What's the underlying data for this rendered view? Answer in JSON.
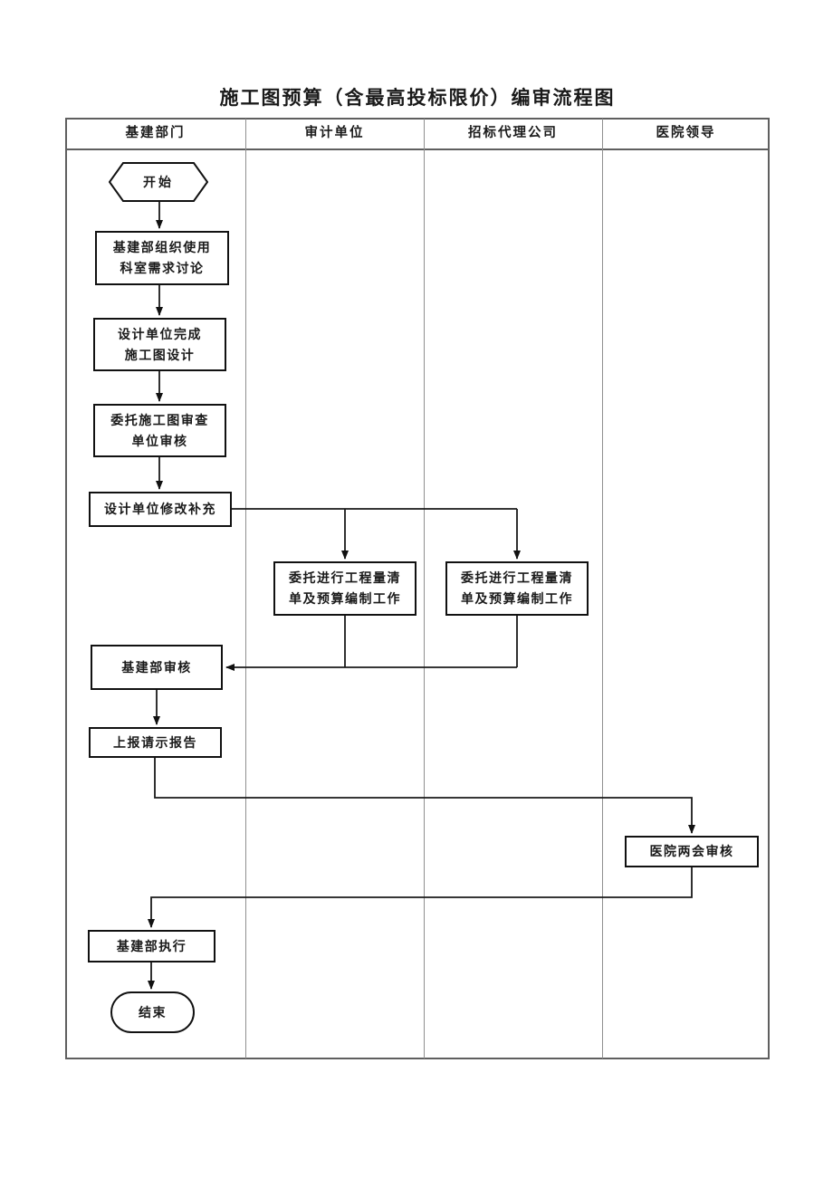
{
  "page": {
    "title": "施工图预算（含最高投标限价）编审流程图"
  },
  "lanes": [
    {
      "label": "基建部门"
    },
    {
      "label": "审计单位"
    },
    {
      "label": "招标代理公司"
    },
    {
      "label": "医院领导"
    }
  ],
  "nodes": {
    "start": {
      "label": "开始",
      "shape": "hexagon",
      "lane": "基建部门"
    },
    "discuss": {
      "label": "基建部组织使用科室需求讨论",
      "lines": [
        "基建部组织使用",
        "科室需求讨论"
      ],
      "shape": "process",
      "lane": "基建部门"
    },
    "design": {
      "label": "设计单位完成施工图设计",
      "lines": [
        "设计单位完成",
        "施工图设计"
      ],
      "shape": "process",
      "lane": "基建部门"
    },
    "review_entrust": {
      "label": "委托施工图审查单位审核",
      "lines": [
        "委托施工图审查",
        "单位审核"
      ],
      "shape": "process",
      "lane": "基建部门"
    },
    "revise": {
      "label": "设计单位修改补充",
      "shape": "process",
      "lane": "基建部门"
    },
    "boq_audit": {
      "label": "委托进行工程量清单及预算编制工作",
      "lines": [
        "委托进行工程量清",
        "单及预算编制工作"
      ],
      "shape": "process",
      "lane": "审计单位"
    },
    "boq_agency": {
      "label": "委托进行工程量清单及预算编制工作",
      "lines": [
        "委托进行工程量清",
        "单及预算编制工作"
      ],
      "shape": "process",
      "lane": "招标代理公司"
    },
    "dept_review": {
      "label": "基建部审核",
      "shape": "process",
      "lane": "基建部门"
    },
    "report": {
      "label": "上报请示报告",
      "shape": "process",
      "lane": "基建部门"
    },
    "hospital_review": {
      "label": "医院两会审核",
      "shape": "process",
      "lane": "医院领导"
    },
    "execute": {
      "label": "基建部执行",
      "shape": "process",
      "lane": "基建部门"
    },
    "end": {
      "label": "结束",
      "shape": "stadium",
      "lane": "基建部门"
    }
  },
  "edges": [
    {
      "from": "start",
      "to": "discuss"
    },
    {
      "from": "discuss",
      "to": "design"
    },
    {
      "from": "design",
      "to": "review_entrust"
    },
    {
      "from": "review_entrust",
      "to": "revise"
    },
    {
      "from": "revise",
      "to": "boq_audit"
    },
    {
      "from": "revise",
      "to": "boq_agency"
    },
    {
      "from": "boq_audit",
      "to": "dept_review"
    },
    {
      "from": "boq_agency",
      "to": "dept_review"
    },
    {
      "from": "dept_review",
      "to": "report"
    },
    {
      "from": "report",
      "to": "hospital_review"
    },
    {
      "from": "hospital_review",
      "to": "execute"
    },
    {
      "from": "execute",
      "to": "end"
    }
  ],
  "colors": {
    "flow_line": "#1a1a1a",
    "node_border": "#111111",
    "grid_line": "#8f8f8f",
    "table_border": "#5f5f5f",
    "text": "#1a1a1a",
    "background": "#ffffff"
  }
}
